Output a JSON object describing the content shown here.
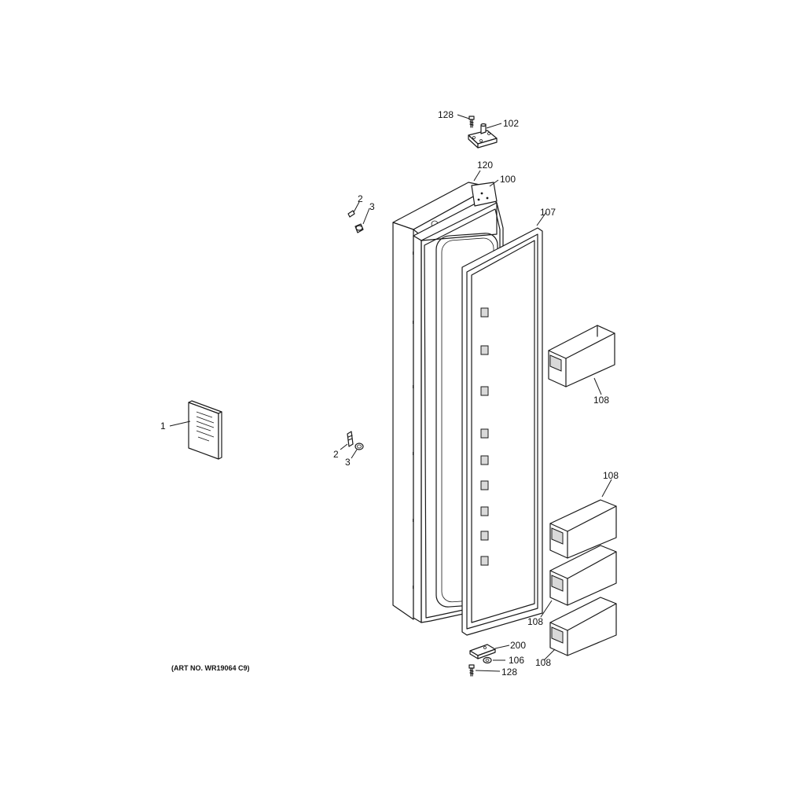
{
  "art_number": "(ART NO. WR19064 C9)",
  "callouts": {
    "c128_top": "128",
    "c102": "102",
    "c120": "120",
    "c100": "100",
    "c107": "107",
    "c2_top": "2",
    "c3_top": "3",
    "c1": "1",
    "c2_mid": "2",
    "c3_mid": "3",
    "c108_upper": "108",
    "c108_mid": "108",
    "c108_lower": "108",
    "c108_bottom": "108",
    "c200": "200",
    "c106": "106",
    "c128_bottom": "128"
  }
}
